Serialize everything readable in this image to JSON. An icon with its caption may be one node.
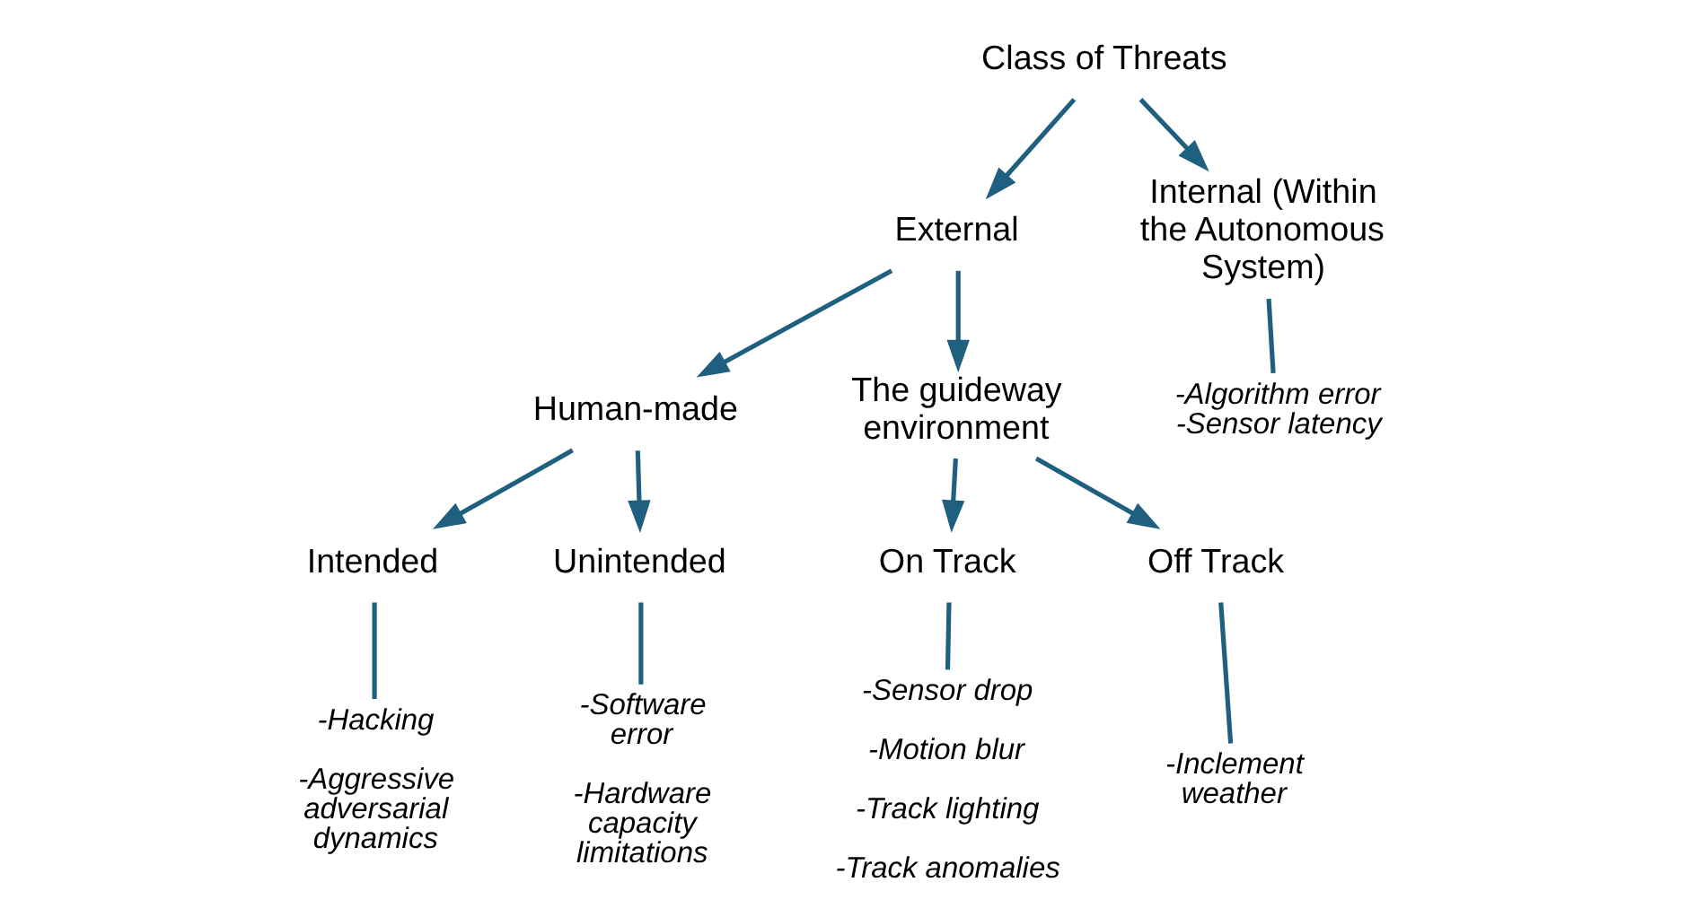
{
  "diagram": {
    "nodes": [
      {
        "text": [
          "Class of Threats"
        ]
      },
      {
        "text": [
          "External"
        ]
      },
      {
        "text": [
          "Internal (Within the Autonomous System)"
        ]
      },
      {
        "text": [
          "Human-made"
        ]
      },
      {
        "text": [
          "The guideway environment"
        ]
      },
      {
        "text": [
          "Intended"
        ]
      },
      {
        "text": [
          "Unintended"
        ]
      },
      {
        "text": [
          "On Track"
        ]
      },
      {
        "text": [
          "Off Track"
        ]
      },
      {
        "text": [
          "-Hacking",
          "-Aggressive adversarial dynamics"
        ]
      },
      {
        "text": [
          "-Software error",
          "-Hardware capacity limitations"
        ]
      },
      {
        "text": [
          "-Sensor drop",
          "-Motion blur",
          "-Track lighting",
          "-Track anomalies"
        ]
      },
      {
        "text": [
          "-Inclement weather"
        ]
      },
      {
        "text": [
          "-Algorithm error",
          "-Sensor latency"
        ]
      }
    ],
    "edges": [
      {
        "from": 0,
        "to": 1,
        "arrow": "to"
      },
      {
        "from": 0,
        "to": 2,
        "arrow": "to"
      },
      {
        "from": 1,
        "to": 3,
        "arrow": "to"
      },
      {
        "from": 1,
        "to": 4,
        "arrow": "to"
      },
      {
        "from": 3,
        "to": 5,
        "arrow": "to"
      },
      {
        "from": 3,
        "to": 6,
        "arrow": "to"
      },
      {
        "from": 4,
        "to": 7,
        "arrow": "to"
      },
      {
        "from": 4,
        "to": 8,
        "arrow": "to"
      },
      {
        "from": 5,
        "to": 9,
        "arrow": "none"
      },
      {
        "from": 6,
        "to": 10,
        "arrow": "none"
      },
      {
        "from": 7,
        "to": 11,
        "arrow": "none"
      },
      {
        "from": 8,
        "to": 12,
        "arrow": "none"
      },
      {
        "from": 2,
        "to": 13,
        "arrow": "none"
      }
    ]
  }
}
